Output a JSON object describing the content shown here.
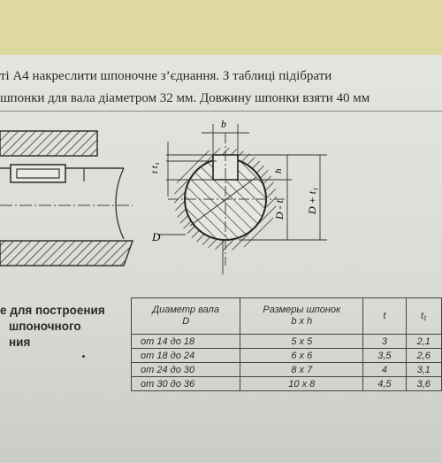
{
  "task": {
    "line1": "ті А4 накреслити шпоночне з’єднання. З таблиці підібрати",
    "line2": "шпонки для вала діаметром 32 мм. Довжину шпонки взяти 40 мм"
  },
  "drawing_labels": {
    "b": "b",
    "t_t1": "t  t₁",
    "h": "h",
    "d_minus_t": "D - t",
    "d_plus_t1": "D + t₁",
    "d": "D"
  },
  "caption": {
    "line1": "е для построения",
    "line2": "шпоночного",
    "line3": "ния"
  },
  "table": {
    "headers": [
      [
        "Диаметр вала",
        "D"
      ],
      [
        "Размеры шпонок",
        "b x h"
      ],
      [
        "t"
      ],
      [
        "t₁"
      ]
    ],
    "rows": [
      [
        "от 14 до 18",
        "5 x 5",
        "3",
        "2,1"
      ],
      [
        "от 18 до 24",
        "6 x 6",
        "3,5",
        "2,6"
      ],
      [
        "от 24 до 30",
        "8 x 7",
        "4",
        "3,1"
      ],
      [
        "от 30 до 36",
        "10 x 8",
        "4,5",
        "3,6"
      ]
    ]
  }
}
